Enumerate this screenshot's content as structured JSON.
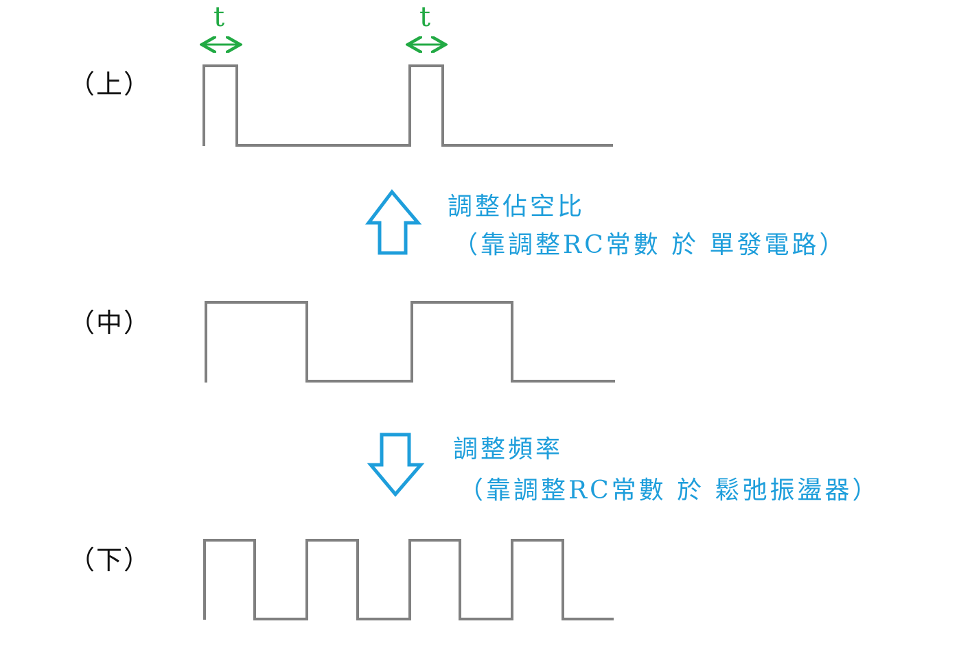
{
  "labels": {
    "top": "（上）",
    "middle": "（中）",
    "bottom": "（下）"
  },
  "pulse_width_label": "t",
  "annotations": {
    "duty": {
      "title": "調整佔空比",
      "detail": "（靠調整RC常數 於 單發電路）"
    },
    "frequency": {
      "title": "調整頻率",
      "detail": "（靠調整RC常數 於 鬆弛振盪器）"
    }
  },
  "colors": {
    "waveform": "#808080",
    "arrow": "#1e9edb",
    "pulse_width": "#22aa44"
  }
}
